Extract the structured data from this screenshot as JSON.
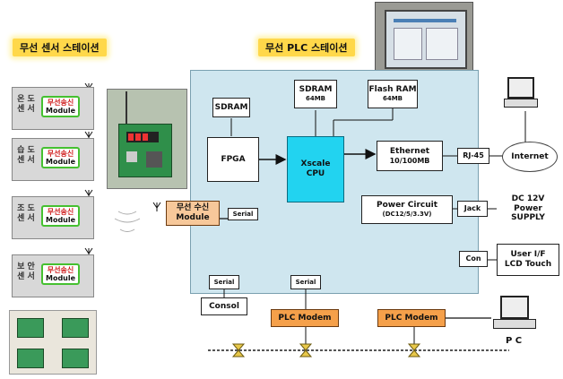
{
  "headers": {
    "sensor_station": "무선 센서 스테이션",
    "plc_station": "무선 PLC 스테이션"
  },
  "sensors": [
    {
      "label_top": "온 도",
      "label_bottom": "센 서",
      "module_line1": "무선송신",
      "module_line2": "Module"
    },
    {
      "label_top": "습 도",
      "label_bottom": "센 서",
      "module_line1": "무선송신",
      "module_line2": "Module"
    },
    {
      "label_top": "조 도",
      "label_bottom": "센 서",
      "module_line1": "무선송신",
      "module_line2": "Module"
    },
    {
      "label_top": "보 안",
      "label_bottom": "센 서",
      "module_line1": "무선송신",
      "module_line2": "Module"
    }
  ],
  "receiver": {
    "line1": "무선 수신",
    "line2": "Module"
  },
  "blocks": {
    "sdram_small": "SDRAM",
    "sdram": {
      "line1": "SDRAM",
      "line2": "64MB"
    },
    "flash": {
      "line1": "Flash RAM",
      "line2": "64MB"
    },
    "fpga": "FPGA",
    "cpu": {
      "line1": "Xscale",
      "line2": "CPU"
    },
    "ethernet": {
      "line1": "Ethernet",
      "line2": "10/100MB"
    },
    "power": {
      "line1": "Power Circuit",
      "line2": "(DC12/5/3.3V)"
    },
    "serial_receiver": "Serial",
    "serial_console": "Serial",
    "console": "Consol",
    "serial_plc": "Serial",
    "plc_modem_left": "PLC Modem",
    "plc_modem_right": "PLC Modem"
  },
  "external": {
    "rj45": "RJ-45",
    "internet": "Internet",
    "jack": "Jack",
    "dc_supply": {
      "line1": "DC 12V",
      "line2": "Power SUPPLY"
    },
    "con": "Con",
    "user_if": {
      "line1": "User I/F",
      "line2": "LCD Touch"
    },
    "pc": "P C"
  }
}
